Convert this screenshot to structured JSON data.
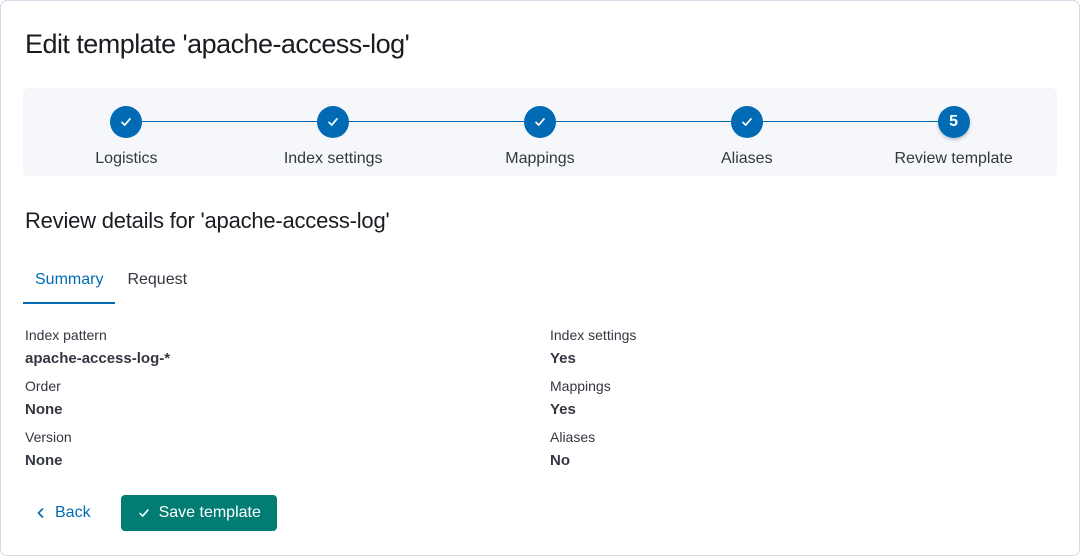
{
  "page_title": "Edit template 'apache-access-log'",
  "stepper": {
    "steps": [
      {
        "label": "Logistics",
        "status": "complete"
      },
      {
        "label": "Index settings",
        "status": "complete"
      },
      {
        "label": "Mappings",
        "status": "complete"
      },
      {
        "label": "Aliases",
        "status": "complete"
      },
      {
        "label": "Review template",
        "status": "current",
        "number": "5"
      }
    ]
  },
  "review": {
    "heading": "Review details for 'apache-access-log'",
    "tabs": [
      {
        "label": "Summary",
        "active": true
      },
      {
        "label": "Request",
        "active": false
      }
    ],
    "summary": {
      "left": [
        {
          "label": "Index pattern",
          "value": "apache-access-log-*"
        },
        {
          "label": "Order",
          "value": "None"
        },
        {
          "label": "Version",
          "value": "None"
        }
      ],
      "right": [
        {
          "label": "Index settings",
          "value": "Yes"
        },
        {
          "label": "Mappings",
          "value": "Yes"
        },
        {
          "label": "Aliases",
          "value": "No"
        }
      ]
    }
  },
  "footer": {
    "back_label": "Back",
    "save_label": "Save template"
  },
  "colors": {
    "primary": "#006BB4",
    "success": "#017D73",
    "text": "#343741",
    "stepper_background": "#f5f7fa",
    "panel_border": "#d3dae6"
  }
}
